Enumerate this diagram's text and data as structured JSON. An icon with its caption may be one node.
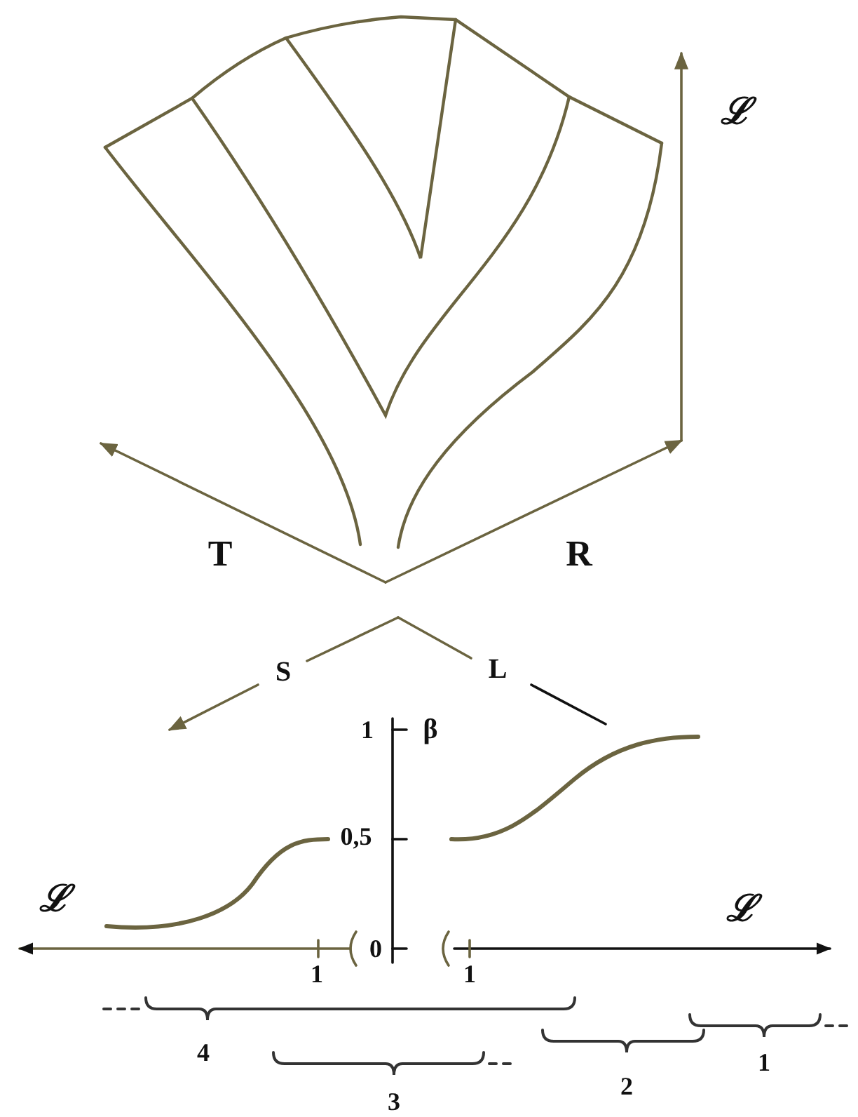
{
  "diagram": {
    "labels": [
      "ℒ",
      "T",
      "R",
      "S",
      "L",
      "1",
      "β",
      "0,5",
      "ℒ",
      "ℒ",
      "0",
      "1",
      "1",
      "4",
      "1",
      "2",
      "3"
    ]
  }
}
